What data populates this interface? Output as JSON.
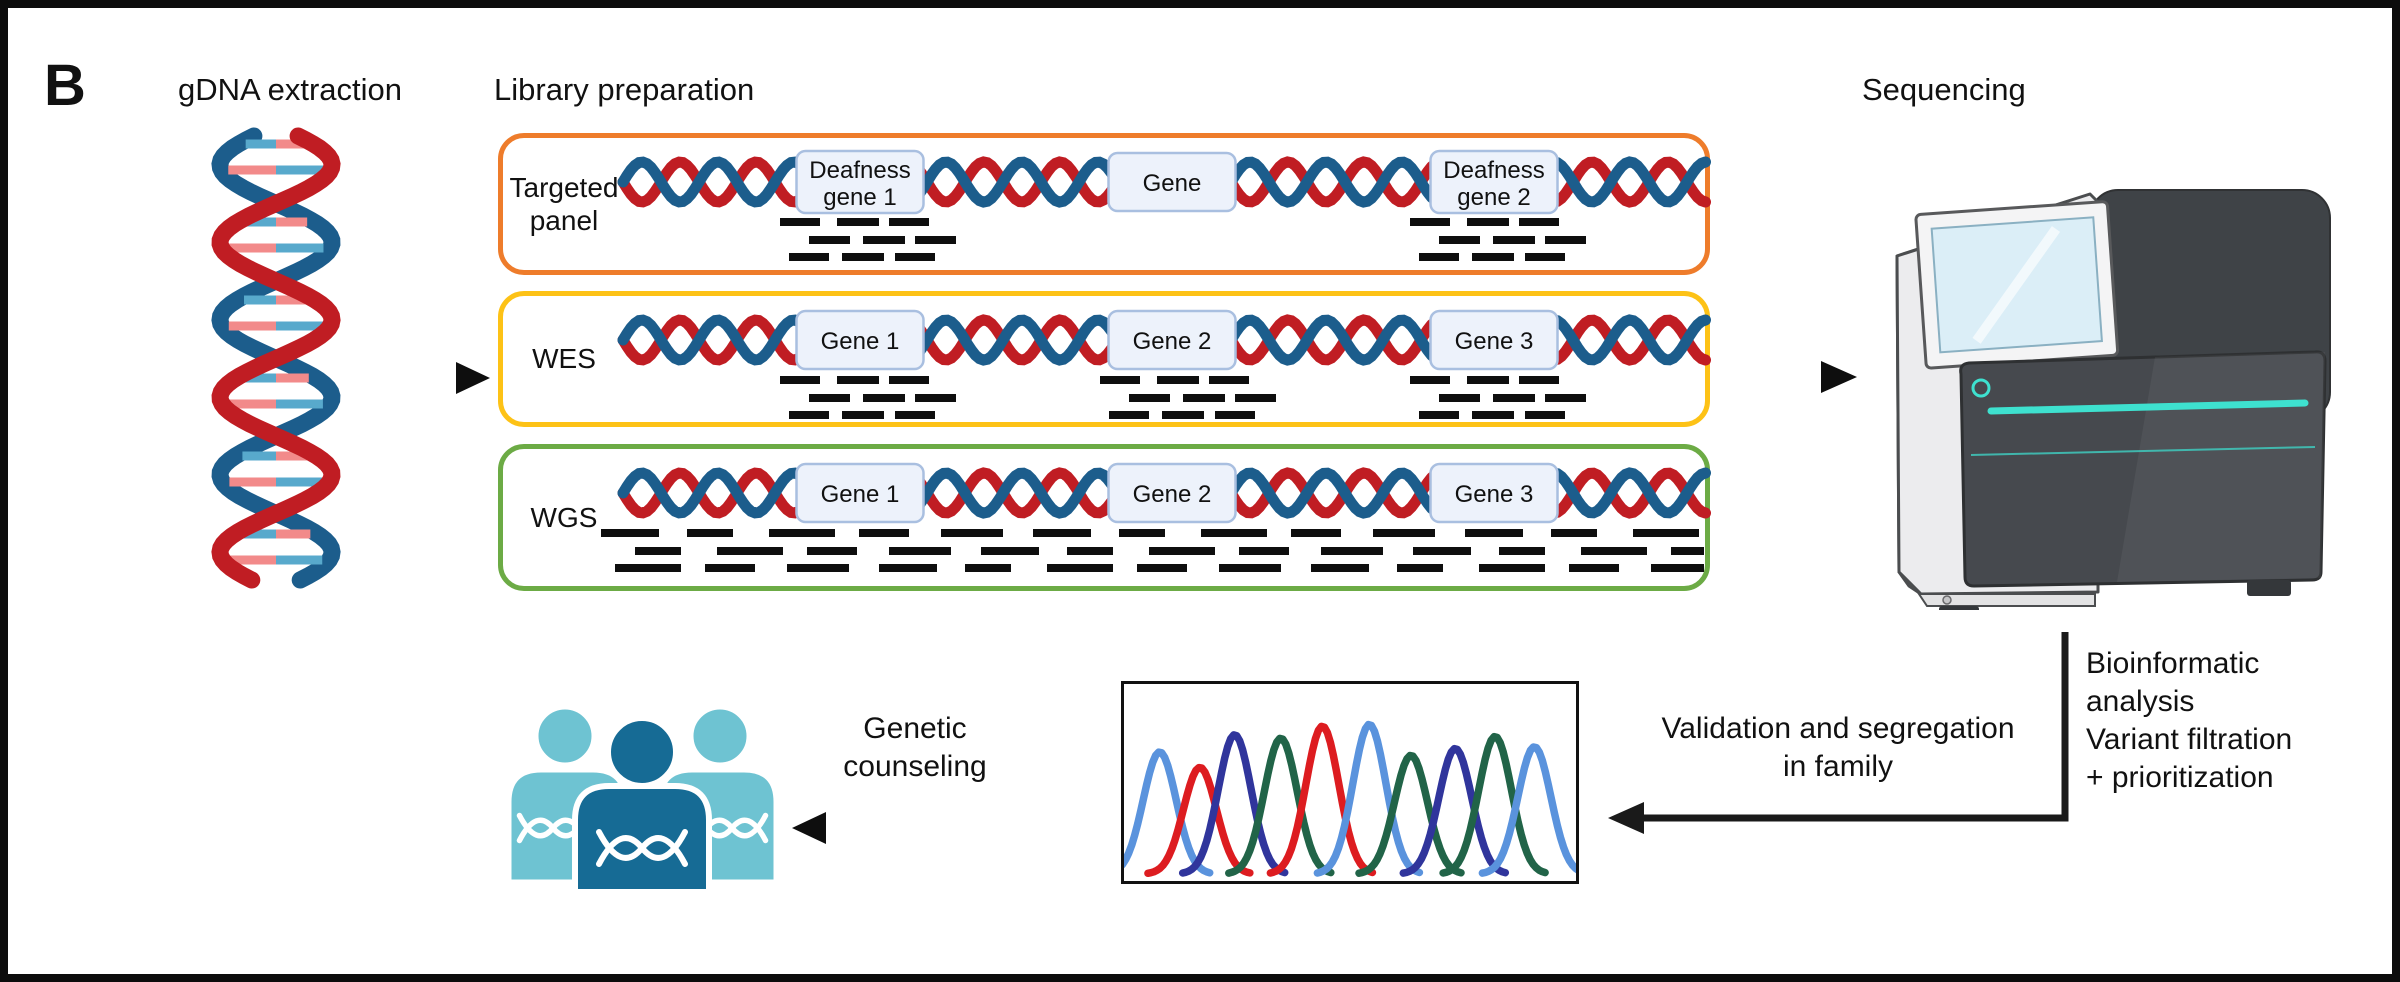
{
  "panel_label": "B",
  "sections": {
    "gdna": {
      "title": "gDNA extraction"
    },
    "library": {
      "title": "Library preparation"
    },
    "sequencing": {
      "title": "Sequencing"
    }
  },
  "library_rows": [
    {
      "label": "Targeted panel",
      "border_color": "#ee7c2b",
      "boxes": [
        {
          "cx": 237,
          "lines": [
            "Deafness",
            "gene 1"
          ]
        },
        {
          "cx": 549,
          "lines": [
            "Gene"
          ]
        },
        {
          "cx": 871,
          "lines": [
            "Deafness",
            "gene 2"
          ]
        }
      ],
      "reads": {
        "style": "clusters",
        "at": [
          247,
          877
        ]
      }
    },
    {
      "label": "WES",
      "border_color": "#fdc216",
      "boxes": [
        {
          "cx": 237,
          "lines": [
            "Gene 1"
          ]
        },
        {
          "cx": 549,
          "lines": [
            "Gene 2"
          ]
        },
        {
          "cx": 871,
          "lines": [
            "Gene 3"
          ]
        }
      ],
      "reads": {
        "style": "clusters",
        "at": [
          247,
          567,
          877
        ]
      }
    },
    {
      "label": "WGS",
      "border_color": "#6cab45",
      "boxes": [
        {
          "cx": 237,
          "lines": [
            "Gene 1"
          ]
        },
        {
          "cx": 549,
          "lines": [
            "Gene 2"
          ]
        },
        {
          "cx": 871,
          "lines": [
            "Gene 3"
          ]
        }
      ],
      "reads": {
        "style": "full"
      }
    }
  ],
  "bioinformatics": {
    "lines": [
      "Bioinformatic",
      "analysis",
      "Variant filtration",
      "+ prioritization"
    ]
  },
  "validation": {
    "lines": [
      "Validation and segregation",
      "in family"
    ]
  },
  "counseling": {
    "lines": [
      "Genetic",
      "counseling"
    ]
  },
  "illustrations": {
    "gdna_helix": "dna-double-helix-icon",
    "sequencer": "ngs-sequencer-machine-icon",
    "chromatogram": "sanger-trace",
    "family": "family-with-dna-icon"
  },
  "colors": {
    "dna_red": "#c01d23",
    "dna_blue": "#1c5d8c",
    "rung_pink": "#f28a8a",
    "rung_blue": "#58a9cc",
    "gene_box_fill": "#edf2fb",
    "gene_box_border": "#a9bfe0",
    "read_black": "#0e0e0e",
    "arrow_black": "#1a1a1a",
    "people_side": "#6ec3d2",
    "people_center": "#166b95",
    "machine_accent": "#3ee1cf"
  },
  "chart_data": {
    "type": "line",
    "title": "Sanger sequencing chromatogram",
    "xlabel": "",
    "ylabel": "",
    "grid": false,
    "x_range": [
      0,
      1
    ],
    "y_range": [
      0,
      1
    ],
    "palette": {
      "lightblue": "#5a93dd",
      "red": "#dd1c20",
      "navy": "#30359c",
      "green": "#216448"
    },
    "peaks": [
      {
        "x": 0.079,
        "height": 0.71,
        "color": "lightblue"
      },
      {
        "x": 0.168,
        "height": 0.62,
        "color": "red"
      },
      {
        "x": 0.245,
        "height": 0.81,
        "color": "navy"
      },
      {
        "x": 0.347,
        "height": 0.79,
        "color": "green"
      },
      {
        "x": 0.439,
        "height": 0.86,
        "color": "red"
      },
      {
        "x": 0.543,
        "height": 0.87,
        "color": "lightblue"
      },
      {
        "x": 0.635,
        "height": 0.69,
        "color": "green"
      },
      {
        "x": 0.733,
        "height": 0.73,
        "color": "navy"
      },
      {
        "x": 0.821,
        "height": 0.8,
        "color": "green"
      },
      {
        "x": 0.908,
        "height": 0.74,
        "color": "lightblue"
      }
    ]
  }
}
